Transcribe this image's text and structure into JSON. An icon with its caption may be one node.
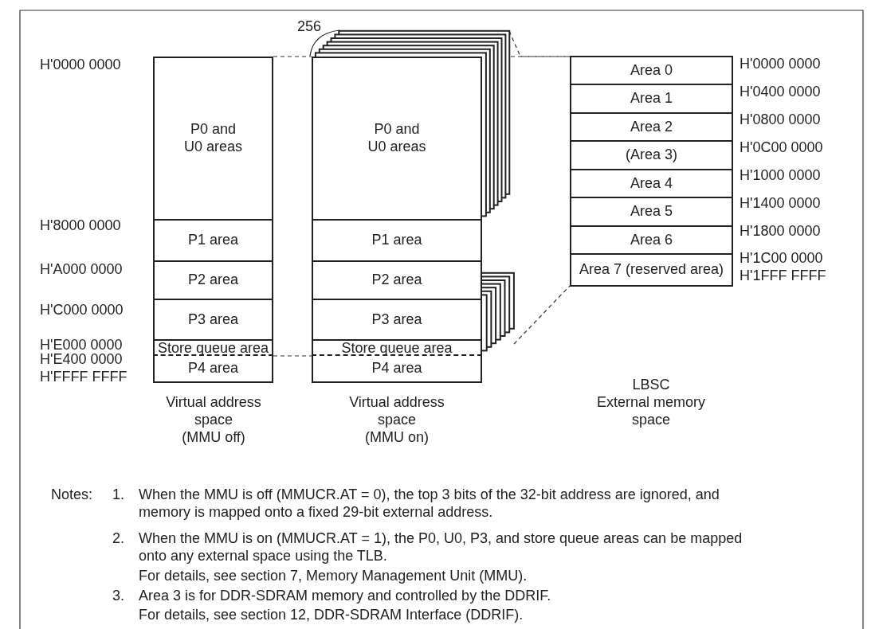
{
  "diagram": {
    "nodes": [
      {
        "text": [
          "P0 and U0 areas"
        ]
      },
      {
        "text": [
          "P1 area"
        ]
      },
      {
        "text": [
          "P2 area"
        ]
      },
      {
        "text": [
          "P3 area"
        ]
      },
      {
        "text": [
          "Store queue area"
        ]
      },
      {
        "text": [
          "P4 area"
        ]
      },
      {
        "text": [
          "P0 and U0 areas"
        ]
      },
      {
        "text": [
          "P1 area"
        ]
      },
      {
        "text": [
          "P2 area"
        ]
      },
      {
        "text": [
          "P3 area"
        ]
      },
      {
        "text": [
          "Store queue area"
        ]
      },
      {
        "text": [
          "P4 area"
        ]
      },
      {
        "text": [
          "Area 0"
        ]
      },
      {
        "text": [
          "Area 1"
        ]
      },
      {
        "text": [
          "Area 2"
        ]
      },
      {
        "text": [
          "(Area 3)"
        ]
      },
      {
        "text": [
          "Area 4"
        ]
      },
      {
        "text": [
          "Area 5"
        ]
      },
      {
        "text": [
          "Area 6"
        ]
      },
      {
        "text": [
          "Area 7 (reserved area)"
        ]
      }
    ],
    "edges": [
      {
        "from": 0,
        "to": 6,
        "arrow": "none",
        "style": "dashed"
      },
      {
        "from": 6,
        "to": 12,
        "arrow": "none",
        "style": "dashed"
      },
      {
        "from": 6,
        "to": 12,
        "arrow": "none",
        "style": "dashed"
      },
      {
        "from": 4,
        "to": 10,
        "arrow": "none",
        "style": "dashed"
      },
      {
        "from": 9,
        "to": 19,
        "arrow": "none",
        "style": "dashed"
      }
    ],
    "labels": [
      "256",
      "H'0000 0000",
      "H'8000 0000",
      "H'A000 0000",
      "H'C000 0000",
      "H'E000 0000",
      "H'E400 0000",
      "H'FFFF FFFF",
      "H'0000 0000",
      "H'0400 0000",
      "H'0800 0000",
      "H'0C00 0000",
      "H'1000 0000",
      "H'1400 0000",
      "H'1800 0000",
      "H'1C00 0000",
      "H'1FFF FFFF",
      "Virtual address space",
      "(MMU off)",
      "Virtual address space",
      "(MMU on)",
      "LBSC",
      "External memory space",
      "Notes:",
      "1.",
      "When the MMU is off (MMUCR.AT = 0), the top 3 bits of the 32-bit address are ignored, and memory is mapped onto a fixed 29-bit external address.",
      "2.",
      "When the MMU is on (MMUCR.AT = 1), the P0, U0, P3, and store queue areas can be mapped onto any external space using the TLB.",
      "For details, see section 7, Memory Management Unit (MMU).",
      "3.",
      "Area 3 is for DDR-SDRAM memory and controlled by the DDRIF.",
      "For details, see section 12, DDR-SDRAM Interface (DDRIF)."
    ]
  }
}
